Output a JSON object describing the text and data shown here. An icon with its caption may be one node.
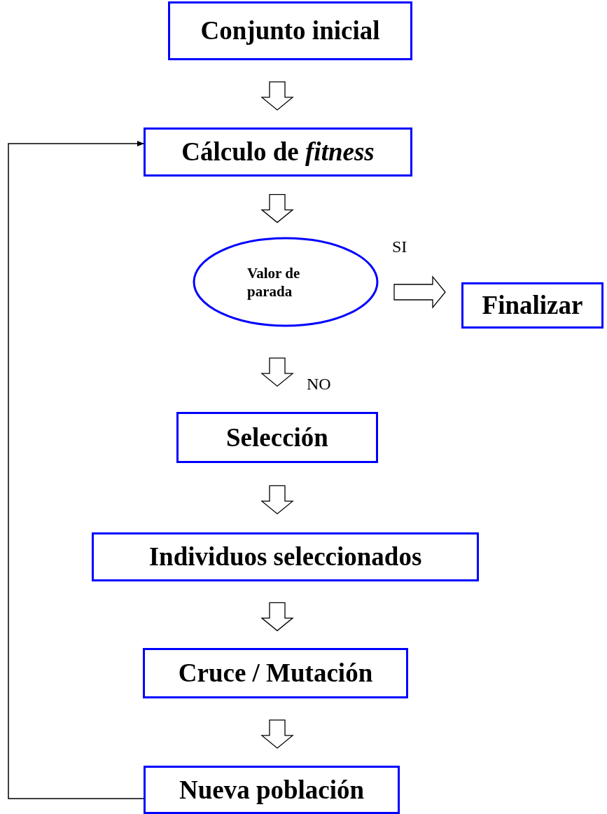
{
  "diagram": {
    "nodes": [
      {
        "text": [
          "Conjunto inicial"
        ]
      },
      {
        "text": [
          "Cálculo de *fitness*"
        ]
      },
      {
        "text": [
          "Valor de parada"
        ]
      },
      {
        "text": [
          "Finalizar"
        ]
      },
      {
        "text": [
          "Selección"
        ]
      },
      {
        "text": [
          "Individuos seleccionados"
        ]
      },
      {
        "text": [
          "Cruce / Mutación"
        ]
      },
      {
        "text": [
          "Nueva población"
        ]
      }
    ],
    "edges": [
      {
        "from": 0,
        "to": 1,
        "arrow": "to"
      },
      {
        "from": 1,
        "to": 2,
        "arrow": "to"
      },
      {
        "from": 2,
        "to": 3,
        "arrow": "to",
        "label": "SI"
      },
      {
        "from": 2,
        "to": 4,
        "arrow": "to",
        "label": "NO"
      },
      {
        "from": 4,
        "to": 5,
        "arrow": "to"
      },
      {
        "from": 5,
        "to": 6,
        "arrow": "to"
      },
      {
        "from": 6,
        "to": 7,
        "arrow": "to"
      },
      {
        "from": 7,
        "to": 1,
        "arrow": "to"
      }
    ]
  }
}
